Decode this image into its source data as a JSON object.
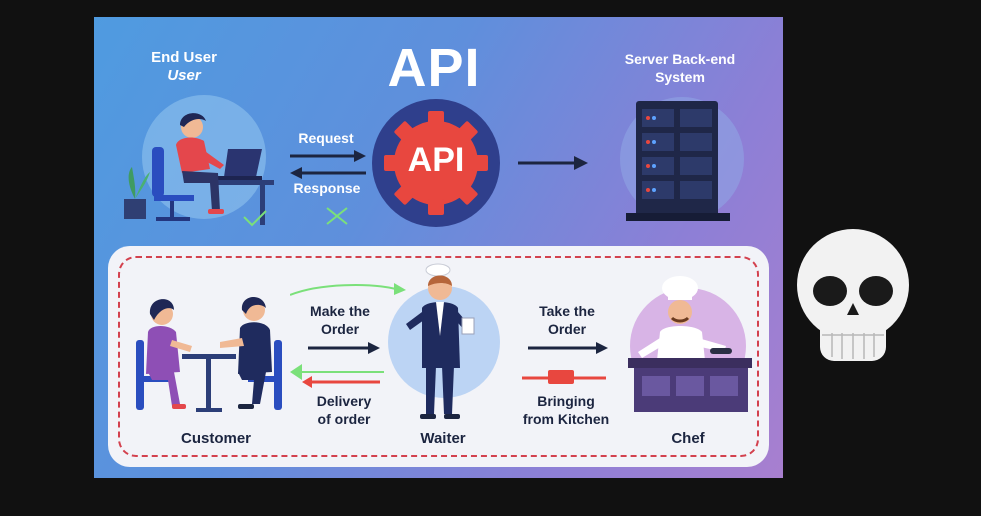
{
  "top": {
    "end_user_line1": "End User",
    "end_user_line2": "User",
    "title": "API",
    "api_badge": "API",
    "request": "Request",
    "response": "Response",
    "server_line1": "Server Back-end",
    "server_line2": "System"
  },
  "bottom": {
    "make_order_1": "Make the",
    "make_order_2": "Order",
    "delivery_1": "Delivery",
    "delivery_2": "of order",
    "take_order_1": "Take the",
    "take_order_2": "Order",
    "bringing_1": "Bringing",
    "bringing_2": "from Kitchen",
    "customer": "Customer",
    "waiter": "Waiter",
    "chef": "Chef"
  },
  "colors": {
    "accent_red": "#e8473f",
    "navy": "#1c2540",
    "check_green": "#7be07a"
  }
}
